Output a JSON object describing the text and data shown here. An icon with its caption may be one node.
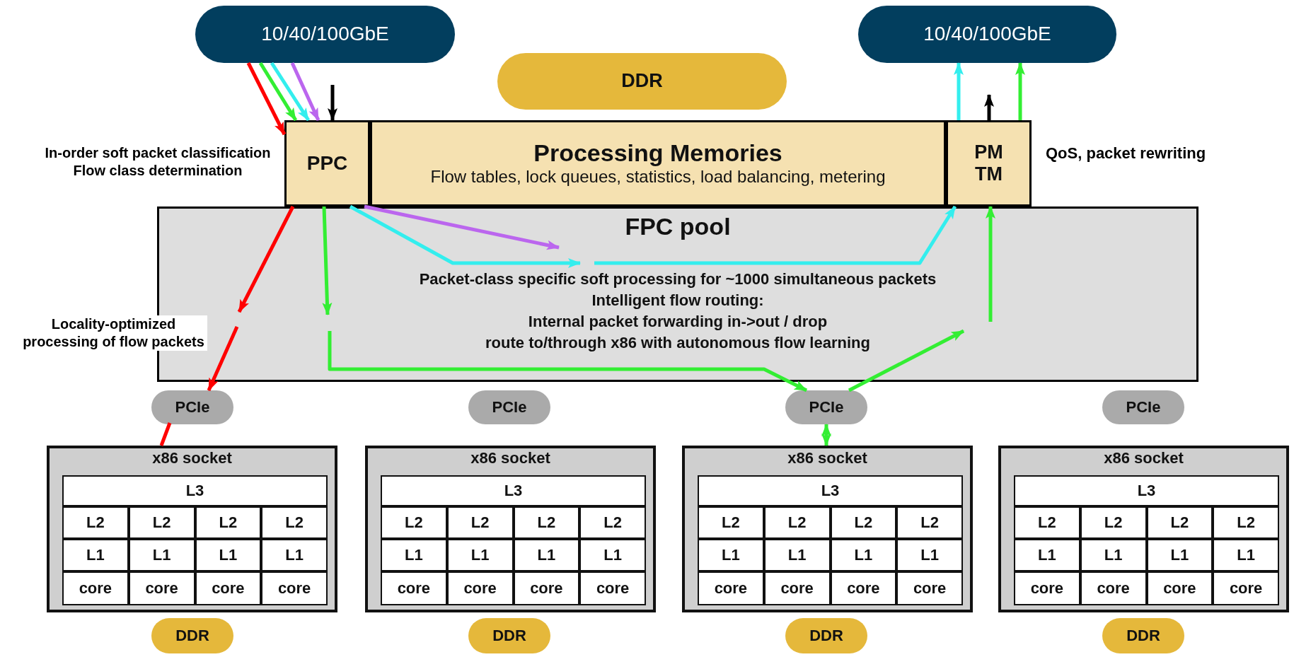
{
  "diagram": {
    "nodes": [
      {
        "text": [
          "10/40/100GbE"
        ]
      },
      {
        "text": [
          "DDR"
        ]
      },
      {
        "text": [
          "10/40/100GbE"
        ]
      },
      {
        "text": [
          "PPC"
        ],
        "beside": [
          "In-order soft packet classification Flow class determination"
        ]
      },
      {
        "text": [
          "Processing Memories",
          "Flow tables, lock queues, statistics, load balancing, metering"
        ]
      },
      {
        "text": [
          "PM TM"
        ],
        "beside": [
          "QoS, packet rewriting"
        ]
      },
      {
        "text": [
          "FPC pool",
          "Packet-class specific soft processing for ~1000 simultaneous packets",
          "Intelligent flow routing:",
          "Internal packet forwarding in->out / drop",
          "route to/through x86 with autonomous flow learning"
        ]
      },
      {
        "text": [
          "PCIe"
        ]
      },
      {
        "text": [
          "PCIe"
        ]
      },
      {
        "text": [
          "PCIe"
        ]
      },
      {
        "text": [
          "PCIe"
        ]
      },
      {
        "text": [
          "x86 socket"
        ]
      },
      {
        "text": [
          "L3"
        ],
        "in": 11
      },
      {
        "text": [
          "L2"
        ],
        "in": 11
      },
      {
        "text": [
          "L2"
        ],
        "in": 11
      },
      {
        "text": [
          "L2"
        ],
        "in": 11
      },
      {
        "text": [
          "L2"
        ],
        "in": 11
      },
      {
        "text": [
          "L1"
        ],
        "in": 11
      },
      {
        "text": [
          "L1"
        ],
        "in": 11
      },
      {
        "text": [
          "L1"
        ],
        "in": 11
      },
      {
        "text": [
          "L1"
        ],
        "in": 11
      },
      {
        "text": [
          "core"
        ],
        "in": 11
      },
      {
        "text": [
          "core"
        ],
        "in": 11
      },
      {
        "text": [
          "core"
        ],
        "in": 11
      },
      {
        "text": [
          "core"
        ],
        "in": 11
      },
      {
        "text": [
          "x86 socket"
        ]
      },
      {
        "text": [
          "L3"
        ],
        "in": 25
      },
      {
        "text": [
          "L2"
        ],
        "in": 25
      },
      {
        "text": [
          "L2"
        ],
        "in": 25
      },
      {
        "text": [
          "L2"
        ],
        "in": 25
      },
      {
        "text": [
          "L2"
        ],
        "in": 25
      },
      {
        "text": [
          "L1"
        ],
        "in": 25
      },
      {
        "text": [
          "L1"
        ],
        "in": 25
      },
      {
        "text": [
          "L1"
        ],
        "in": 25
      },
      {
        "text": [
          "L1"
        ],
        "in": 25
      },
      {
        "text": [
          "core"
        ],
        "in": 25
      },
      {
        "text": [
          "core"
        ],
        "in": 25
      },
      {
        "text": [
          "core"
        ],
        "in": 25
      },
      {
        "text": [
          "core"
        ],
        "in": 25
      },
      {
        "text": [
          "x86 socket"
        ]
      },
      {
        "text": [
          "L3"
        ],
        "in": 39
      },
      {
        "text": [
          "L2"
        ],
        "in": 39
      },
      {
        "text": [
          "L2"
        ],
        "in": 39
      },
      {
        "text": [
          "L2"
        ],
        "in": 39
      },
      {
        "text": [
          "L2"
        ],
        "in": 39
      },
      {
        "text": [
          "L1"
        ],
        "in": 39
      },
      {
        "text": [
          "L1"
        ],
        "in": 39
      },
      {
        "text": [
          "L1"
        ],
        "in": 39
      },
      {
        "text": [
          "L1"
        ],
        "in": 39
      },
      {
        "text": [
          "core"
        ],
        "in": 39
      },
      {
        "text": [
          "core"
        ],
        "in": 39
      },
      {
        "text": [
          "core"
        ],
        "in": 39
      },
      {
        "text": [
          "core"
        ],
        "in": 39
      },
      {
        "text": [
          "x86 socket"
        ]
      },
      {
        "text": [
          "L3"
        ],
        "in": 53
      },
      {
        "text": [
          "L2"
        ],
        "in": 53
      },
      {
        "text": [
          "L2"
        ],
        "in": 53
      },
      {
        "text": [
          "L2"
        ],
        "in": 53
      },
      {
        "text": [
          "L2"
        ],
        "in": 53
      },
      {
        "text": [
          "L1"
        ],
        "in": 53
      },
      {
        "text": [
          "L1"
        ],
        "in": 53
      },
      {
        "text": [
          "L1"
        ],
        "in": 53
      },
      {
        "text": [
          "L1"
        ],
        "in": 53
      },
      {
        "text": [
          "core"
        ],
        "in": 53
      },
      {
        "text": [
          "core"
        ],
        "in": 53
      },
      {
        "text": [
          "core"
        ],
        "in": 53
      },
      {
        "text": [
          "core"
        ],
        "in": 53
      },
      {
        "text": [
          "DDR"
        ]
      },
      {
        "text": [
          "DDR"
        ]
      },
      {
        "text": [
          "DDR"
        ]
      },
      {
        "text": [
          "DDR"
        ]
      }
    ],
    "edges": [
      {
        "from": 0,
        "to": 3,
        "arrow": "to",
        "color": "#ff0000"
      },
      {
        "from": 0,
        "to": 3,
        "arrow": "to",
        "color": "#33ee33"
      },
      {
        "from": 0,
        "to": 3,
        "arrow": "to",
        "color": "#33eeee"
      },
      {
        "from": 0,
        "to": 3,
        "arrow": "to",
        "color": "#bb66ee"
      },
      {
        "from": null,
        "to": 3,
        "arrow": "to",
        "color": "#000000"
      },
      {
        "from": 3,
        "to": 6,
        "arrow": "to",
        "color": "#ff0000"
      },
      {
        "from": 6,
        "to": 7,
        "arrow": "to",
        "color": "#ff0000"
      },
      {
        "from": 7,
        "to": 11,
        "arrow": "none",
        "color": "#ff0000"
      },
      {
        "from": 3,
        "to": 6,
        "arrow": "to",
        "color": "#33ee33"
      },
      {
        "from": 6,
        "to": 9,
        "arrow": "to",
        "color": "#33ee33"
      },
      {
        "from": 9,
        "to": 39,
        "arrow": "both",
        "color": "#33ee33"
      },
      {
        "from": 9,
        "to": 6,
        "arrow": "to",
        "color": "#33ee33"
      },
      {
        "from": 6,
        "to": 5,
        "arrow": "to",
        "color": "#33ee33"
      },
      {
        "from": 5,
        "to": 2,
        "arrow": "to",
        "color": "#33ee33"
      },
      {
        "from": 3,
        "to": 6,
        "arrow": "to",
        "color": "#bb66ee"
      },
      {
        "from": 3,
        "to": 6,
        "arrow": "to",
        "color": "#33eeee"
      },
      {
        "from": 6,
        "to": 5,
        "arrow": "to",
        "color": "#33eeee"
      },
      {
        "from": 5,
        "to": 2,
        "arrow": "to",
        "color": "#33eeee"
      },
      {
        "from": 5,
        "to": null,
        "arrow": "to",
        "color": "#000000"
      }
    ],
    "labels": [
      "Locality-optimized processing of flow packets"
    ]
  }
}
